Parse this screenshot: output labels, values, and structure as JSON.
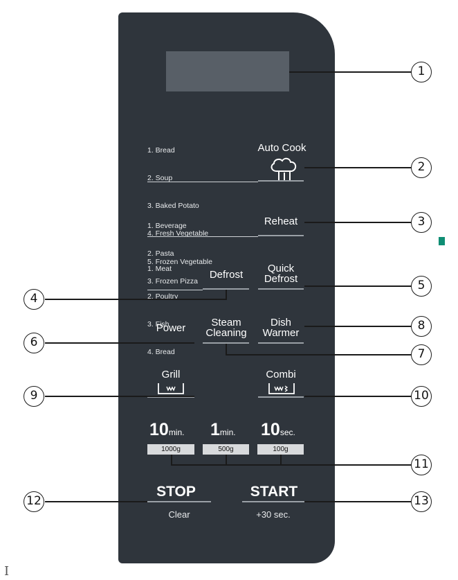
{
  "auto_cook": {
    "list": [
      "1. Bread",
      "2. Soup",
      "3. Baked Potato",
      "4. Fresh Vegetable",
      "5. Frozen Vegetable"
    ],
    "label": "Auto Cook"
  },
  "reheat": {
    "list": [
      "1. Beverage",
      "2. Pasta",
      "3. Frozen Pizza"
    ],
    "label": "Reheat"
  },
  "defrost": {
    "list": [
      "1. Meat",
      "2. Poultry",
      "3. Fish",
      "4. Bread"
    ],
    "label": "Defrost"
  },
  "quick_defrost": {
    "line1": "Quick",
    "line2": "Defrost"
  },
  "power": {
    "label": "Power"
  },
  "steam_cleaning": {
    "line1": "Steam",
    "line2": "Cleaning"
  },
  "dish_warmer": {
    "line1": "Dish",
    "line2": "Warmer"
  },
  "grill": {
    "label": "Grill"
  },
  "combi": {
    "label": "Combi"
  },
  "time_buttons": [
    {
      "num": "10",
      "unit": "min.",
      "weight": "1000g"
    },
    {
      "num": "1",
      "unit": "min.",
      "weight": "500g"
    },
    {
      "num": "10",
      "unit": "sec.",
      "weight": "100g"
    }
  ],
  "stop": {
    "label": "STOP",
    "sub": "Clear"
  },
  "start": {
    "label": "START",
    "sub": "+30 sec."
  },
  "callouts": [
    "1",
    "2",
    "3",
    "4",
    "5",
    "6",
    "7",
    "8",
    "9",
    "10",
    "11",
    "12",
    "13"
  ]
}
